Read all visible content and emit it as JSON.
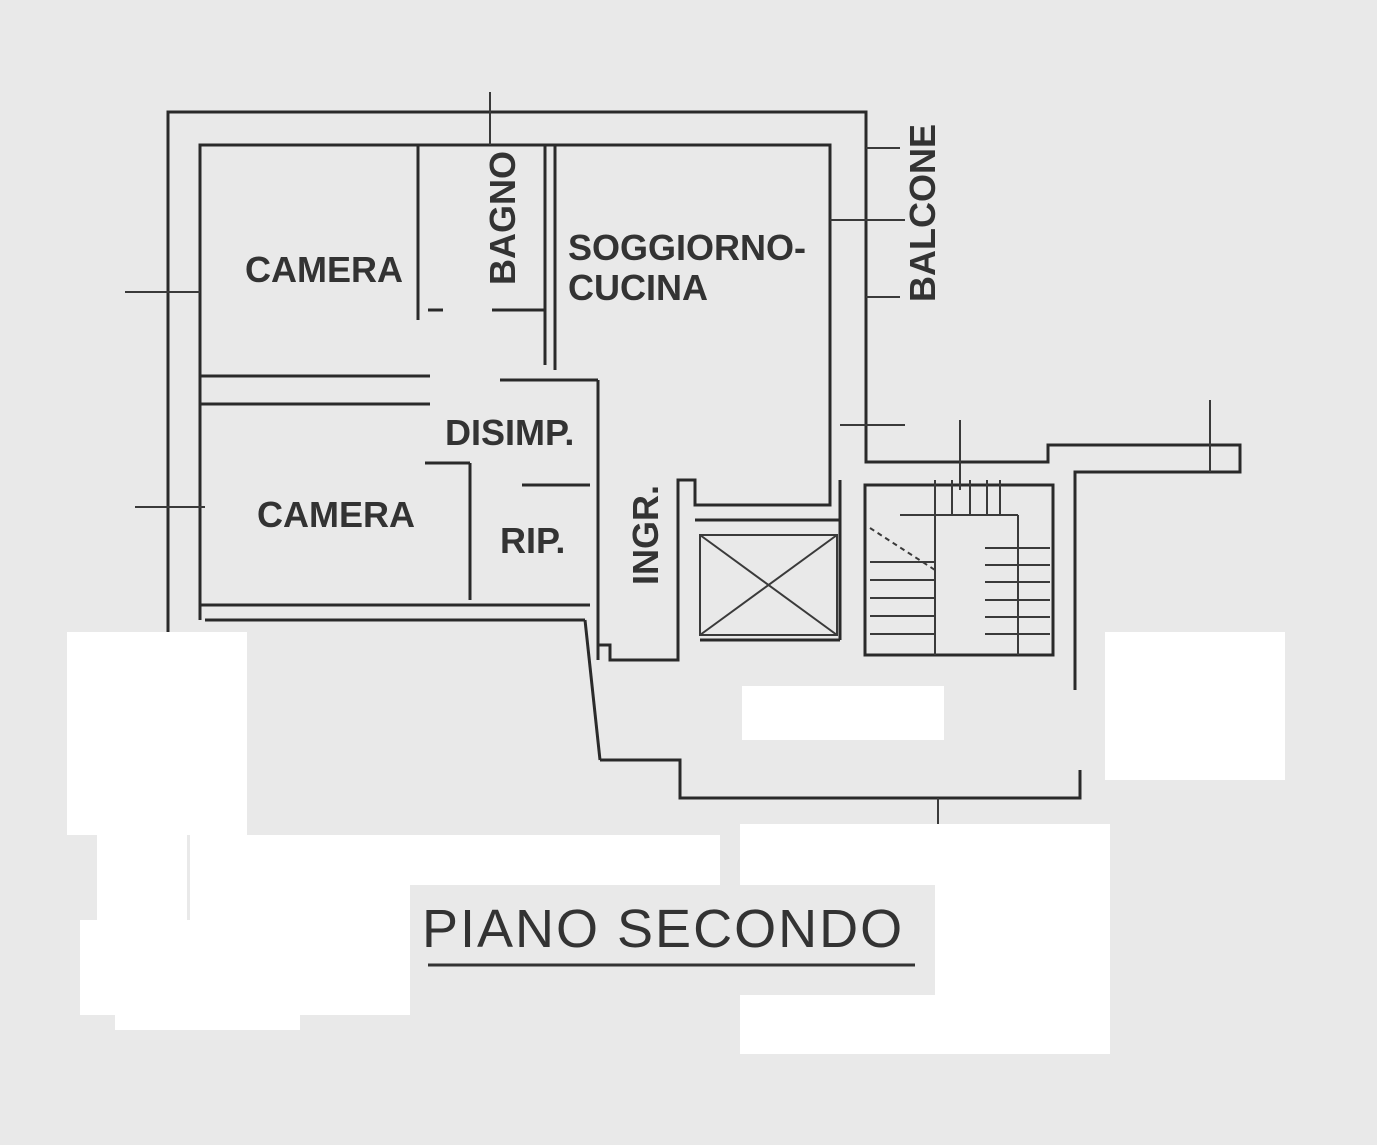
{
  "rooms": {
    "camera_top": "CAMERA",
    "bagno": "BAGNO",
    "soggiorno_line1": "SOGGIORNO-",
    "soggiorno_line2": "CUCINA",
    "balcone": "BALCONE",
    "disimp": "DISIMP.",
    "camera_bottom": "CAMERA",
    "rip": "RIP.",
    "ingr": "INGR."
  },
  "title": "PIANO SECONDO",
  "colors": {
    "background": "#e9e9e9",
    "walls": "#2a2a2a",
    "redaction": "#ffffff"
  }
}
